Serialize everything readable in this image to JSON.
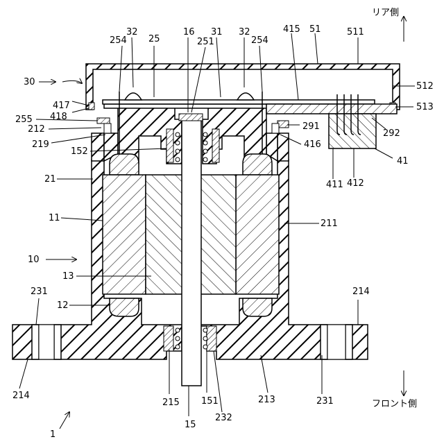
{
  "direction": {
    "rear": "リア側",
    "front": "フロント側"
  },
  "labels": {
    "n1": "1",
    "n10": "10",
    "n11": "11",
    "n12": "12",
    "n13": "13",
    "n15": "15",
    "n16": "16",
    "n21": "21",
    "n25": "25",
    "n30": "30",
    "n31": "31",
    "n32a": "32",
    "n32b": "32",
    "n41": "41",
    "n51": "51",
    "n151": "151",
    "n152": "152",
    "n211": "211",
    "n212": "212",
    "n213": "213",
    "n214a": "214",
    "n214b": "214",
    "n215": "215",
    "n219": "219",
    "n231a": "231",
    "n231b": "231",
    "n232": "232",
    "n251": "251",
    "n254a": "254",
    "n254b": "254",
    "n255": "255",
    "n291": "291",
    "n292": "292",
    "n411": "411",
    "n412": "412",
    "n415": "415",
    "n416": "416",
    "n417": "417",
    "n418": "418",
    "n511": "511",
    "n512": "512",
    "n513": "513"
  }
}
